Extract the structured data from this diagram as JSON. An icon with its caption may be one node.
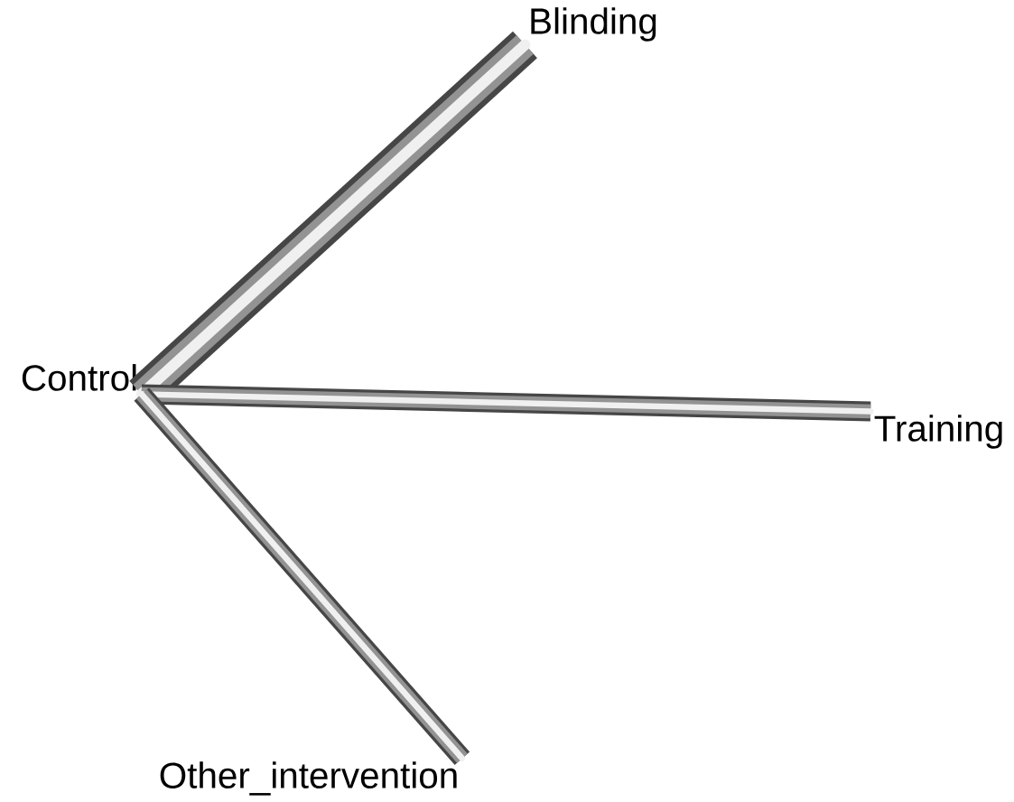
{
  "diagram": {
    "nodes": [
      {
        "text": [
          "Control"
        ]
      },
      {
        "text": [
          "Blinding"
        ]
      },
      {
        "text": [
          "Training"
        ]
      },
      {
        "text": [
          "Other_intervention"
        ]
      }
    ],
    "edges": [
      {
        "from": 0,
        "to": 1,
        "arrow": "none",
        "style": "thick"
      },
      {
        "from": 0,
        "to": 2,
        "arrow": "none"
      },
      {
        "from": 0,
        "to": 3,
        "arrow": "none"
      }
    ]
  }
}
